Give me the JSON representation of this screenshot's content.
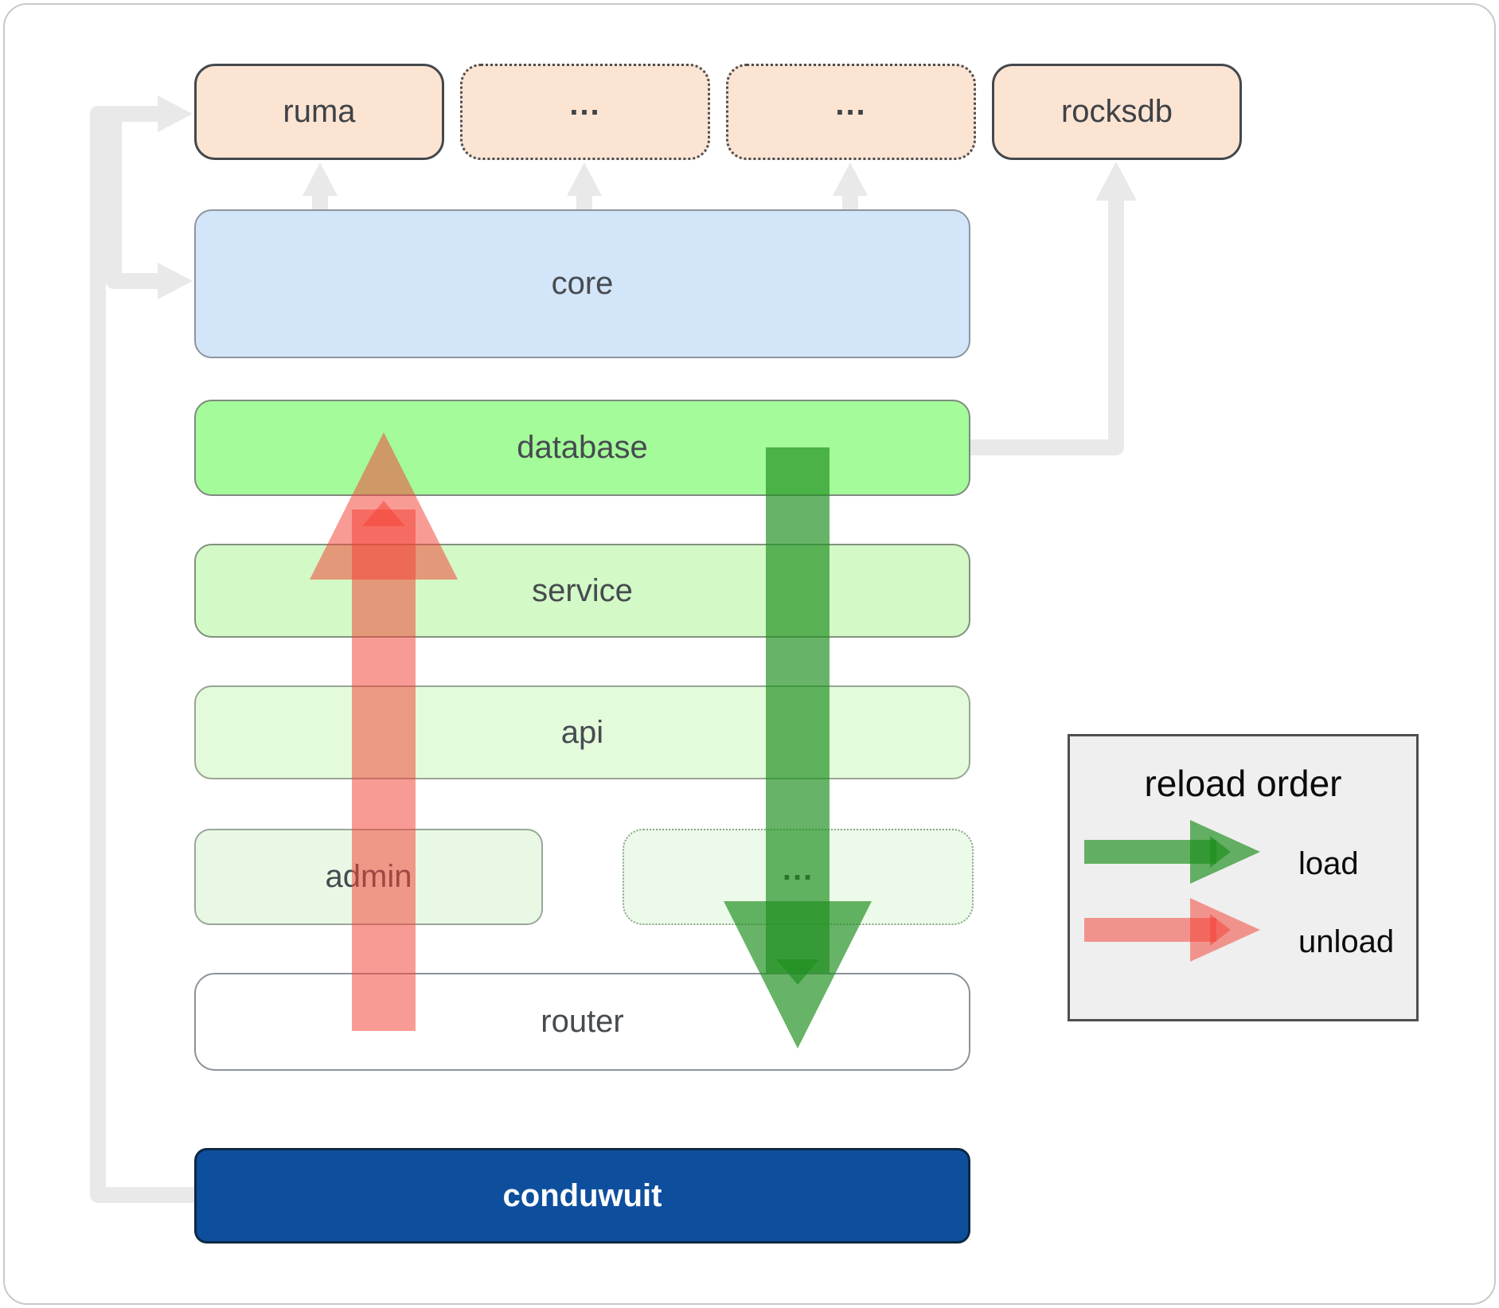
{
  "diagram": {
    "nodes": {
      "ruma": "ruma",
      "crates_more_1": "...",
      "crates_more_2": "...",
      "rocksdb": "rocksdb",
      "core": "core",
      "database": "database",
      "service": "service",
      "api": "api",
      "admin": "admin",
      "services_more": "...",
      "router": "router",
      "conduwuit": "conduwuit"
    }
  },
  "legend": {
    "title": "reload order",
    "load_label": "load",
    "unload_label": "unload"
  },
  "colors": {
    "load_green": "#1f8f1f",
    "unload_red": "#f44336",
    "connector_gray": "#e9e9e9",
    "conduwuit_blue": "#0e4f9d",
    "core_blue": "#d3e5f9",
    "database_green": "#a4fb99",
    "peach": "#fce4d3"
  }
}
